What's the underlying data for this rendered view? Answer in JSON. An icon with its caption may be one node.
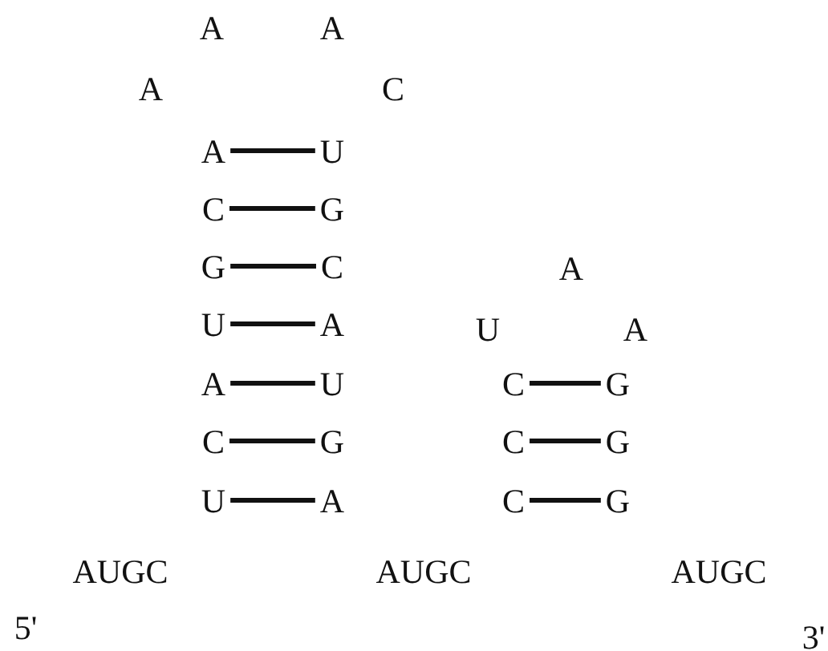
{
  "diagram": {
    "nodes": [
      {
        "text": [
          "A"
        ]
      },
      {
        "text": [
          "U"
        ]
      },
      {
        "text": [
          "C"
        ]
      },
      {
        "text": [
          "G"
        ]
      },
      {
        "text": [
          "G"
        ]
      },
      {
        "text": [
          "C"
        ]
      },
      {
        "text": [
          "U"
        ]
      },
      {
        "text": [
          "A"
        ]
      },
      {
        "text": [
          "A"
        ]
      },
      {
        "text": [
          "U"
        ]
      },
      {
        "text": [
          "C"
        ]
      },
      {
        "text": [
          "G"
        ]
      },
      {
        "text": [
          "U"
        ]
      },
      {
        "text": [
          "A"
        ]
      },
      {
        "text": [
          "C"
        ]
      },
      {
        "text": [
          "G"
        ]
      },
      {
        "text": [
          "C"
        ]
      },
      {
        "text": [
          "G"
        ]
      },
      {
        "text": [
          "C"
        ]
      },
      {
        "text": [
          "G"
        ]
      }
    ],
    "edges": [
      {
        "from": 0,
        "to": 1,
        "arrow": "none"
      },
      {
        "from": 2,
        "to": 3,
        "arrow": "none"
      },
      {
        "from": 4,
        "to": 5,
        "arrow": "none"
      },
      {
        "from": 6,
        "to": 7,
        "arrow": "none"
      },
      {
        "from": 8,
        "to": 9,
        "arrow": "none"
      },
      {
        "from": 10,
        "to": 11,
        "arrow": "none"
      },
      {
        "from": 12,
        "to": 13,
        "arrow": "none"
      },
      {
        "from": 14,
        "to": 15,
        "arrow": "none"
      },
      {
        "from": 16,
        "to": 17,
        "arrow": "none"
      },
      {
        "from": 18,
        "to": 19,
        "arrow": "none"
      }
    ],
    "labels": [
      "A",
      "A",
      "A",
      "C",
      "A",
      "U",
      "A",
      "AUGC",
      "AUGC",
      "AUGC",
      "5'",
      "3'"
    ]
  }
}
